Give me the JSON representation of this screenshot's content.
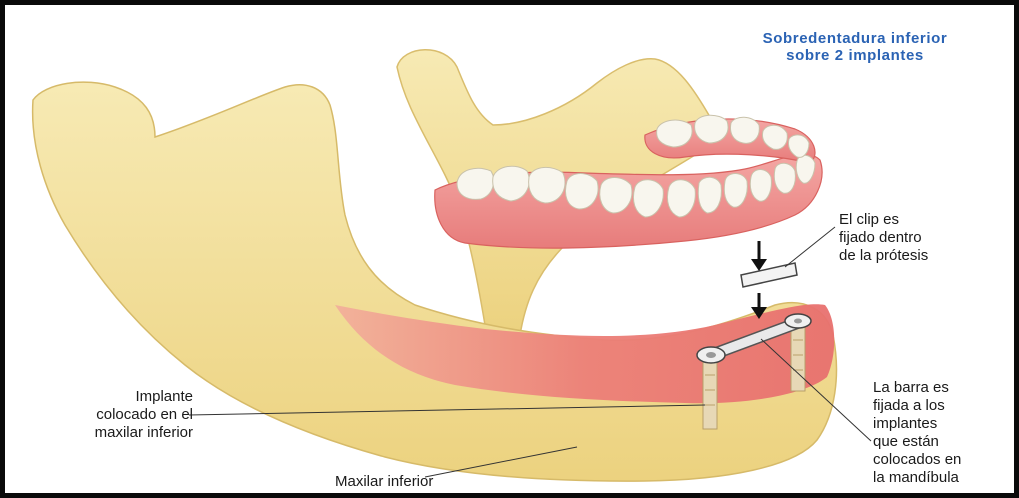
{
  "title": {
    "line1": "Sobredentadura inferior",
    "line2": "sobre 2 implantes"
  },
  "labels": {
    "clip": {
      "line1": "El clip es",
      "line2": "fijado dentro",
      "line3": "de la prótesis"
    },
    "implant": {
      "line1": "Implante",
      "line2": "colocado en el",
      "line3": "maxilar inferior"
    },
    "mandible": "Maxilar inferior",
    "bar": {
      "line1": "La barra es",
      "line2": "fijada a los",
      "line3": "implantes",
      "line4": "que están",
      "line5": "colocados en",
      "line6": "la mandíbula"
    }
  },
  "colors": {
    "title": "#2b63b4",
    "bone": "#f2df9a",
    "gum": "#ec7c7a",
    "tooth": "#f8f6ee",
    "frame": "#0a0a0a"
  }
}
